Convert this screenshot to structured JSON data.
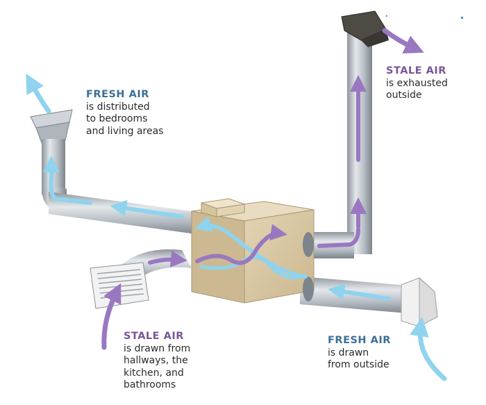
{
  "labels": {
    "fresh_distributed": {
      "head": "FRESH AIR",
      "lines": [
        "is distributed",
        "to bedrooms",
        "and living areas"
      ]
    },
    "stale_exhausted": {
      "head": "STALE AIR",
      "lines": [
        "is exhausted",
        "outside"
      ]
    },
    "stale_drawn": {
      "head": "STALE AIR",
      "lines": [
        "is drawn from",
        "hallways, the",
        "kitchen, and",
        "bathrooms"
      ]
    },
    "fresh_drawn": {
      "head": "FRESH AIR",
      "lines": [
        "is drawn",
        "from outside"
      ]
    }
  },
  "colors": {
    "fresh_air": "#8fd3ee",
    "stale_air": "#9a78c0",
    "fresh_label": "#3d6f96",
    "stale_label": "#7a5598",
    "duct": "#b9c0c7",
    "unit_box": "#d9c8a6"
  }
}
